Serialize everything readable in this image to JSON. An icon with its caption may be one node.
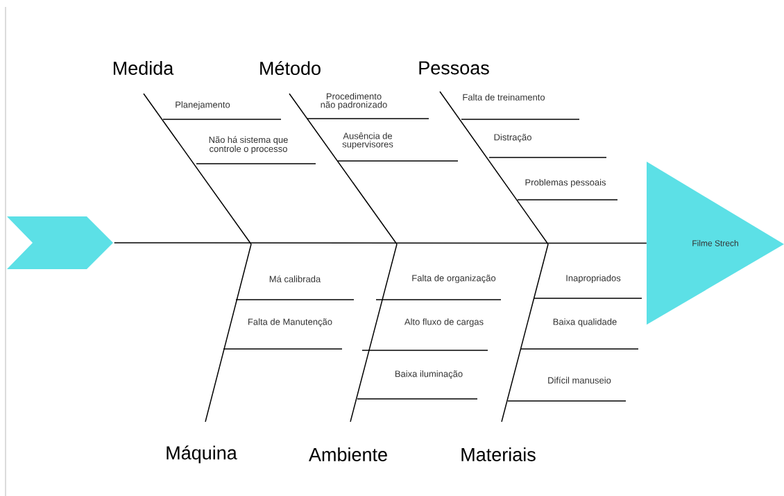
{
  "diagram": {
    "nodes": [
      {
        "text": [],
        "shape": "chevron"
      },
      {
        "text": [
          "Filme Strech"
        ]
      }
    ],
    "edges": [
      {
        "from": 0,
        "to": 1,
        "arrow": "none"
      }
    ],
    "labels": [
      "Medida",
      "Método",
      "Pessoas",
      "Planejamento",
      "Procedimento não padronizado",
      "Falta de treinamento",
      "Não há sistema que controle o processo",
      "Ausência de supervisores",
      "Distração",
      "Problemas pessoais",
      "Má calibrada",
      "Falta de organização",
      "Inapropriados",
      "Falta de Manutenção",
      "Alto fluxo de cargas",
      "Baixa qualidade",
      "Baixa iluminação",
      "Difícil manuseio",
      "Máquina",
      "Ambiente",
      "Materiais"
    ]
  }
}
